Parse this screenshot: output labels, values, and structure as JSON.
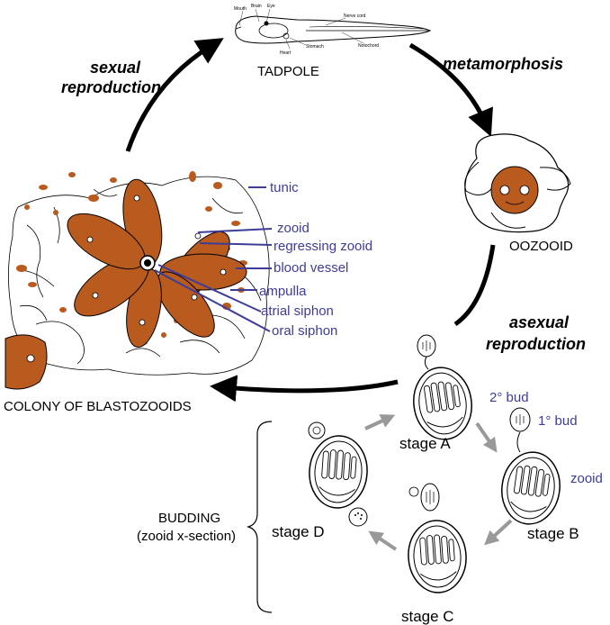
{
  "process_labels": {
    "sexual_1": "sexual",
    "sexual_2": "reproduction",
    "metamorphosis": "metamorphosis",
    "asexual_1": "asexual",
    "asexual_2": "reproduction"
  },
  "stages": {
    "tadpole": "TADPOLE",
    "oozooid": "OOZOOID",
    "colony": "COLONY OF BLASTOZOOIDS"
  },
  "tadpole_parts": [
    "Mouth",
    "Brain",
    "Eye",
    "Nerve cord",
    "Stomach",
    "Notochord",
    "Heart"
  ],
  "colony_labels": [
    "tunic",
    "zooid",
    "regressing zooid",
    "blood vessel",
    "ampulla",
    "atrial siphon",
    "oral siphon"
  ],
  "budding": {
    "title_1": "BUDDING",
    "title_2": "(zooid x-section)",
    "stage_a": "stage A",
    "stage_b": "stage B",
    "stage_c": "stage C",
    "stage_d": "stage D",
    "bud_2": "2° bud",
    "bud_1": "1° bud",
    "zooid": "zooid"
  },
  "colors": {
    "zooid_orange": "#b95a1e",
    "label_blue": "#3d3d99",
    "arrow_gray": "#999999",
    "outline": "#000000"
  }
}
